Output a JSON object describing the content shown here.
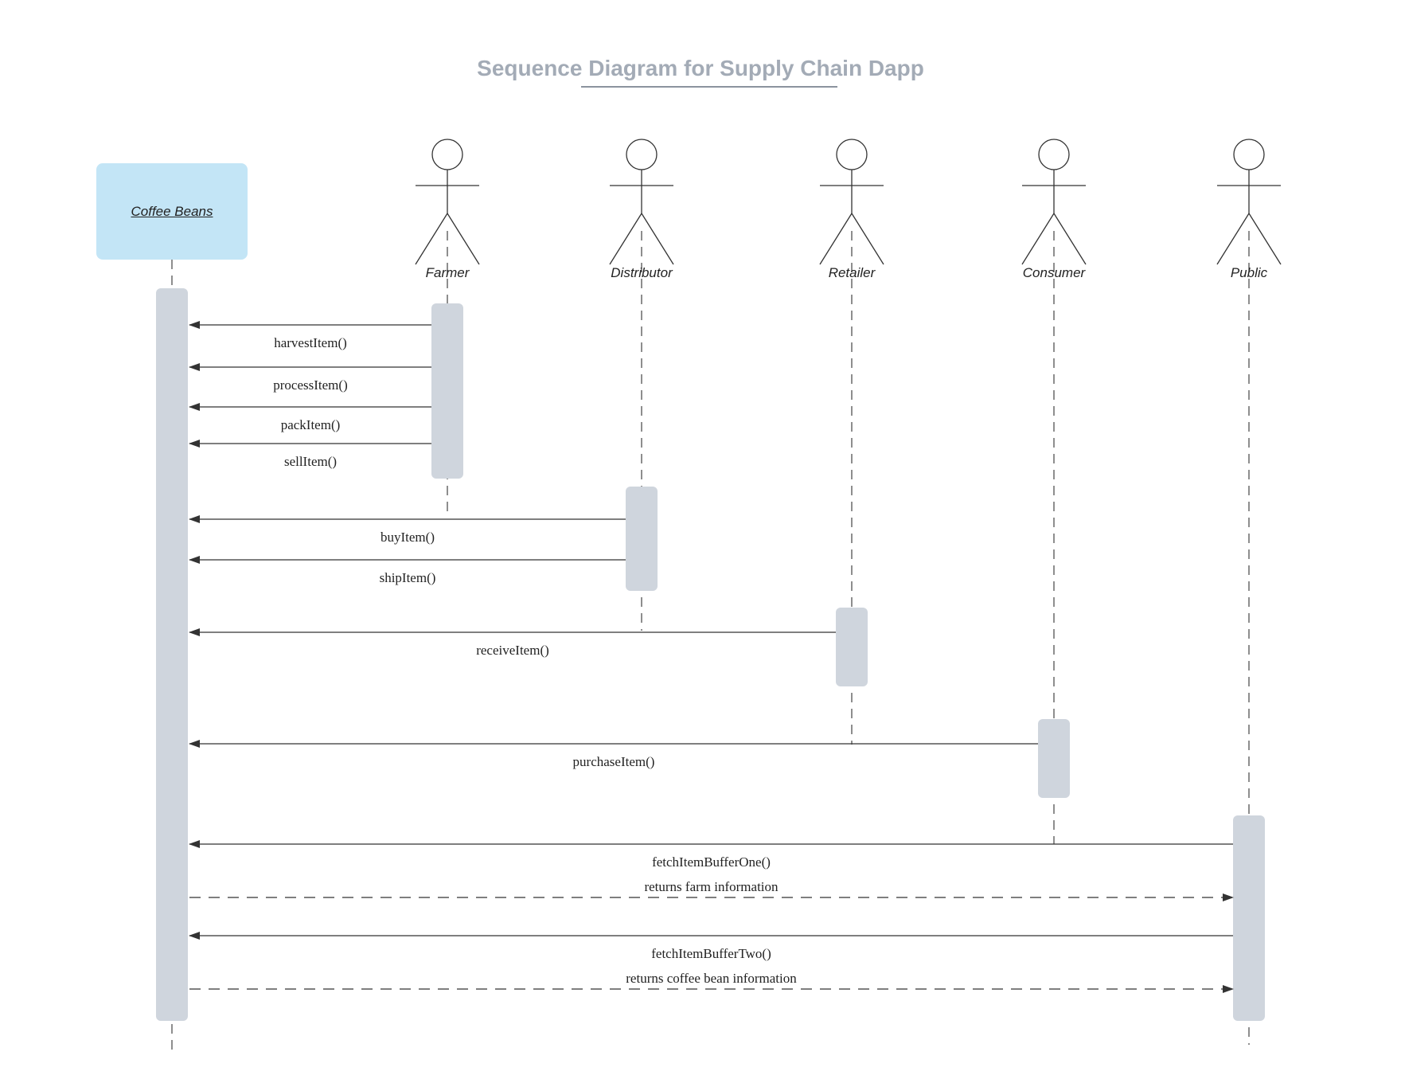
{
  "title": "Sequence Diagram for Supply Chain Dapp",
  "object": {
    "label": "Coffee Beans",
    "color": "#c3e5f6"
  },
  "actors": [
    {
      "name": "Farmer"
    },
    {
      "name": "Distributor"
    },
    {
      "name": "Retailer"
    },
    {
      "name": "Consumer"
    },
    {
      "name": "Public"
    }
  ],
  "messages": [
    {
      "label": "harvestItem()",
      "from": "Farmer",
      "to": "Coffee Beans",
      "kind": "call"
    },
    {
      "label": "processItem()",
      "from": "Farmer",
      "to": "Coffee Beans",
      "kind": "call"
    },
    {
      "label": "packItem()",
      "from": "Farmer",
      "to": "Coffee Beans",
      "kind": "call"
    },
    {
      "label": "sellItem()",
      "from": "Farmer",
      "to": "Coffee Beans",
      "kind": "call"
    },
    {
      "label": "buyItem()",
      "from": "Distributor",
      "to": "Coffee Beans",
      "kind": "call"
    },
    {
      "label": "shipItem()",
      "from": "Distributor",
      "to": "Coffee Beans",
      "kind": "call"
    },
    {
      "label": "receiveItem()",
      "from": "Retailer",
      "to": "Coffee Beans",
      "kind": "call"
    },
    {
      "label": "purchaseItem()",
      "from": "Consumer",
      "to": "Coffee Beans",
      "kind": "call"
    },
    {
      "label": "fetchItemBufferOne()",
      "from": "Public",
      "to": "Coffee Beans",
      "kind": "call"
    },
    {
      "label": "returns farm information",
      "from": "Coffee Beans",
      "to": "Public",
      "kind": "return"
    },
    {
      "label": "fetchItemBufferTwo()",
      "from": "Public",
      "to": "Coffee Beans",
      "kind": "call"
    },
    {
      "label": "returns coffee bean information",
      "from": "Coffee Beans",
      "to": "Public",
      "kind": "return"
    }
  ],
  "colors": {
    "activation": "#cfd5dd",
    "title": "#a3abb6",
    "line": "#333333"
  }
}
